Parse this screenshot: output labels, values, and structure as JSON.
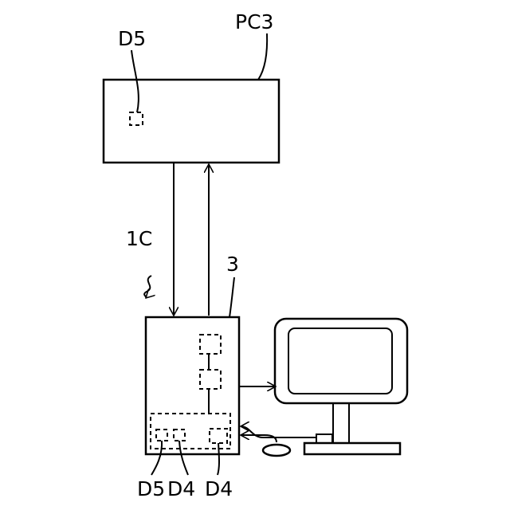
{
  "labels": {
    "pc3": "PC3",
    "d5_top": "D5",
    "system": "1C",
    "computer": "3",
    "bottom_d5": "D5",
    "bottom_d4_left": "D4",
    "bottom_d4_right": "D4"
  },
  "icons": {
    "monitor": "monitor-icon",
    "mouse": "mouse-icon",
    "keyboard": "keyboard-icon"
  }
}
